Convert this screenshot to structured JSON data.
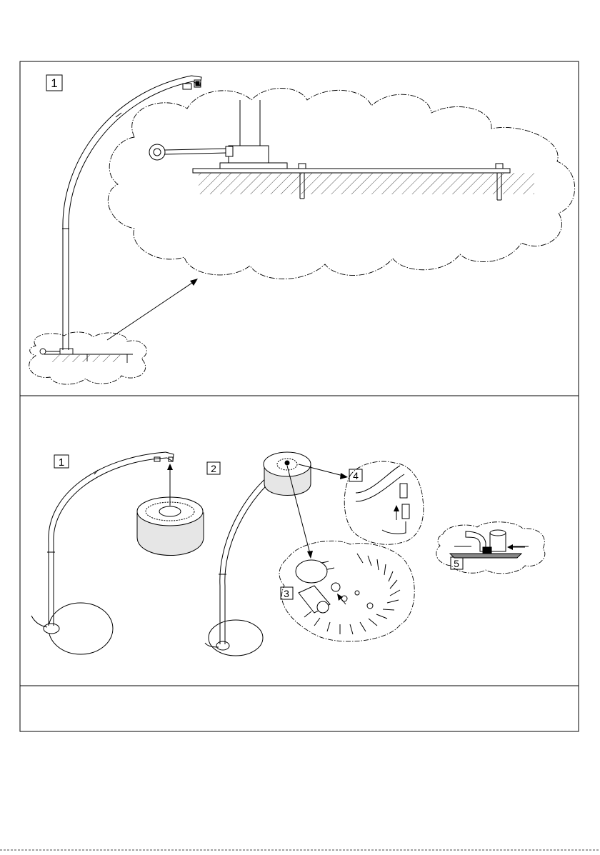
{
  "panel_top": {
    "step_label": "1"
  },
  "panel_middle": {
    "step_labels": {
      "a": "1",
      "b": "2",
      "c": "3",
      "d": "4",
      "e": "5"
    }
  },
  "panel_bottom": {
    "text": ""
  },
  "colors": {
    "line": "#000000",
    "light_line": "#555555",
    "background": "#ffffff",
    "shade_fill": "#e6e6e6"
  }
}
